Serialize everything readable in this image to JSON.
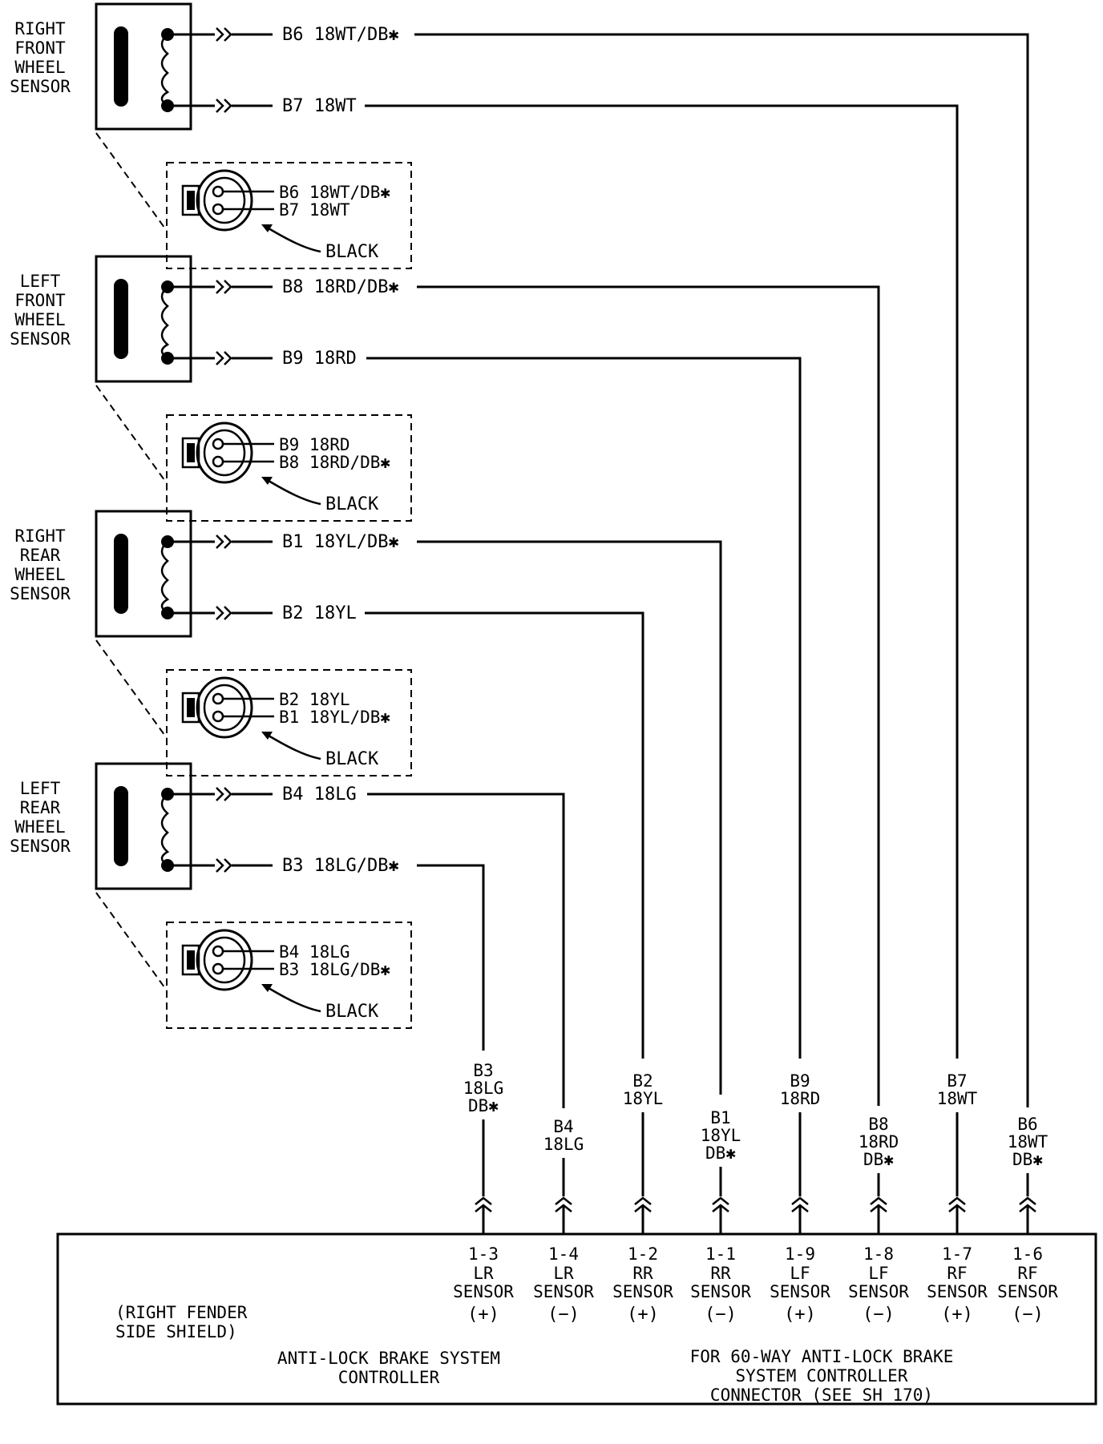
{
  "sensors": [
    {
      "name_lines": [
        "RIGHT",
        "FRONT",
        "WHEEL",
        "SENSOR"
      ],
      "top_wire": "B6  18WT/DB✱",
      "bottom_wire": "B7  18WT",
      "connector_pins": [
        "B6  18WT/DB✱",
        "B7  18WT"
      ],
      "connector_color": "BLACK"
    },
    {
      "name_lines": [
        "LEFT",
        "FRONT",
        "WHEEL",
        "SENSOR"
      ],
      "top_wire": "B8  18RD/DB✱",
      "bottom_wire": "B9  18RD",
      "connector_pins": [
        "B9  18RD",
        "B8  18RD/DB✱"
      ],
      "connector_color": "BLACK"
    },
    {
      "name_lines": [
        "RIGHT",
        "REAR",
        "WHEEL",
        "SENSOR"
      ],
      "top_wire": "B1  18YL/DB✱",
      "bottom_wire": "B2  18YL",
      "connector_pins": [
        "B2  18YL",
        "B1  18YL/DB✱"
      ],
      "connector_color": "BLACK"
    },
    {
      "name_lines": [
        "LEFT",
        "REAR",
        "WHEEL",
        "SENSOR"
      ],
      "top_wire": "B4  18LG",
      "bottom_wire": "B3  18LG/DB✱",
      "connector_pins": [
        "B4  18LG",
        "B3  18LG/DB✱"
      ],
      "connector_color": "BLACK"
    }
  ],
  "terminals": [
    {
      "wire_lines": [
        "B3",
        "18LG",
        "DB✱"
      ],
      "pin": "1-3",
      "sensor": "LR",
      "sensor_word": "SENSOR",
      "polarity": "(+)"
    },
    {
      "wire_lines": [
        "B4",
        "18LG"
      ],
      "pin": "1-4",
      "sensor": "LR",
      "sensor_word": "SENSOR",
      "polarity": "(−)"
    },
    {
      "wire_lines": [
        "B2",
        "18YL"
      ],
      "pin": "1-2",
      "sensor": "RR",
      "sensor_word": "SENSOR",
      "polarity": "(+)"
    },
    {
      "wire_lines": [
        "B1",
        "18YL",
        "DB✱"
      ],
      "pin": "1-1",
      "sensor": "RR",
      "sensor_word": "SENSOR",
      "polarity": "(−)"
    },
    {
      "wire_lines": [
        "B9",
        "18RD"
      ],
      "pin": "1-9",
      "sensor": "LF",
      "sensor_word": "SENSOR",
      "polarity": "(+)"
    },
    {
      "wire_lines": [
        "B8",
        "18RD",
        "DB✱"
      ],
      "pin": "1-8",
      "sensor": "LF",
      "sensor_word": "SENSOR",
      "polarity": "(−)"
    },
    {
      "wire_lines": [
        "B7",
        "18WT"
      ],
      "pin": "1-7",
      "sensor": "RF",
      "sensor_word": "SENSOR",
      "polarity": "(+)"
    },
    {
      "wire_lines": [
        "B6",
        "18WT",
        "DB✱"
      ],
      "pin": "1-6",
      "sensor": "RF",
      "sensor_word": "SENSOR",
      "polarity": "(−)"
    }
  ],
  "controller": {
    "location_lines": [
      "(RIGHT FENDER",
      "SIDE SHIELD)"
    ],
    "name_lines": [
      "ANTI-LOCK BRAKE SYSTEM",
      "CONTROLLER"
    ],
    "connector_note_lines": [
      "FOR 60-WAY ANTI-LOCK BRAKE",
      "SYSTEM CONTROLLER",
      "CONNECTOR (SEE SH 170)"
    ]
  }
}
